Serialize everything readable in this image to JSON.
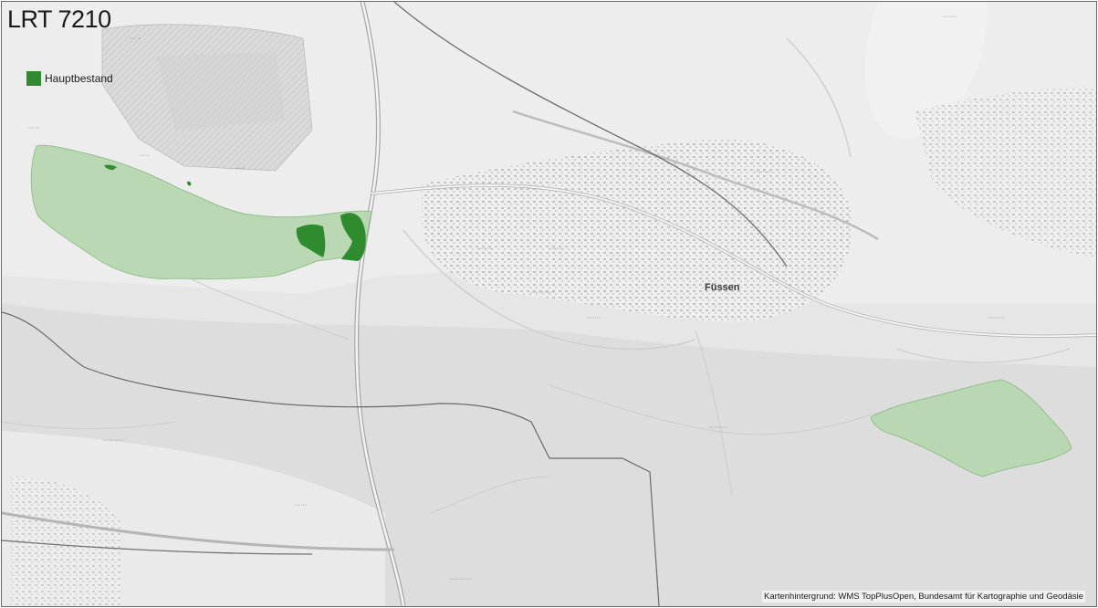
{
  "map": {
    "title": "LRT 7210",
    "legend": {
      "items": [
        {
          "label": "Hauptbestand",
          "color": "#2e8b2e"
        }
      ]
    },
    "town_label": "Füssen",
    "attribution": "Kartenhintergrund: WMS TopPlusOpen, Bundesamt für Kartographie und Geodäsie",
    "colors": {
      "frame_border": "#6a6a6a",
      "basemap": "#e6e6e6",
      "habitat_area_fill": "#b7d7b0",
      "main_stock_fill": "#2e8b2e"
    }
  }
}
